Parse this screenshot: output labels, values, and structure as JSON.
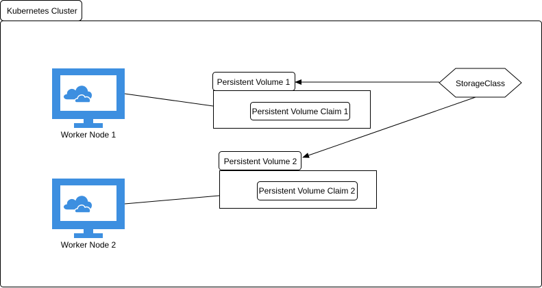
{
  "cluster": {
    "title": "Kubernetes Cluster"
  },
  "nodes": [
    {
      "label": "Worker Node 1",
      "icon": "cloud-monitor-icon"
    },
    {
      "label": "Worker Node 2",
      "icon": "cloud-monitor-icon"
    }
  ],
  "volumes": [
    {
      "title": "Persistent Volume 1",
      "claim": "Persistent Volume Claim 1"
    },
    {
      "title": "Persistent Volume 2",
      "claim": "Persistent Volume Claim 2"
    }
  ],
  "storage_class": {
    "label": "StorageClass"
  },
  "colors": {
    "monitor": "#3d8fe0",
    "screen": "#ffffff",
    "border": "#000000"
  }
}
